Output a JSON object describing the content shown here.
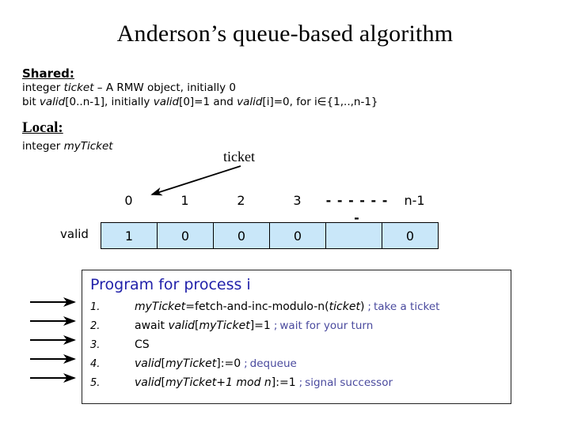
{
  "slide": {
    "title": "Anderson’s queue-based algorithm"
  },
  "shared": {
    "heading": "Shared:",
    "line1_pre": "integer ",
    "line1_var": "ticket",
    "line1_post": " – A RMW object, initially 0",
    "line2_pre": "bit ",
    "line2_var1": "valid",
    "line2_mid1": "[0..n-1], initially ",
    "line2_var2": "valid",
    "line2_mid2": "[0]=1 and ",
    "line2_var3": "valid",
    "line2_post": "[i]=0, for i∈{1,..,n-1}"
  },
  "local": {
    "heading": "Local:",
    "line1_pre": "integer ",
    "line1_var": "myTicket"
  },
  "diagram": {
    "ticket_label": "ticket",
    "valid_label": "valid",
    "indices": [
      "0",
      "1",
      "2",
      "3",
      "- - - - - - -",
      "n-1"
    ],
    "cells": [
      "1",
      "0",
      "0",
      "0",
      "",
      "0"
    ],
    "cell_fill": "#c9e7f9",
    "border_color": "#000000"
  },
  "program": {
    "heading": "Program for process i",
    "heading_color": "#2222aa",
    "comment_color": "#4a4a9e",
    "lines": [
      {
        "num": "1.",
        "code_pre": "",
        "code_it1": "myTicket",
        "code_mid": "=fetch-and-inc-modulo-n(",
        "code_it2": "ticket",
        "code_post": ")",
        "sep": ";",
        "comment": "take a ticket"
      },
      {
        "num": "2.",
        "code_pre": "await ",
        "code_it1": "valid",
        "code_mid": "[",
        "code_it2": "myTicket",
        "code_post": "]=1",
        "sep": ";",
        "comment": "wait for your turn"
      },
      {
        "num": "3.",
        "code_pre": "CS",
        "code_it1": "",
        "code_mid": "",
        "code_it2": "",
        "code_post": "",
        "sep": "",
        "comment": ""
      },
      {
        "num": "4.",
        "code_pre": "",
        "code_it1": "valid",
        "code_mid": "[",
        "code_it2": "myTicket",
        "code_post": "]:=0",
        "sep": ";",
        "comment": "dequeue"
      },
      {
        "num": "5.",
        "code_pre": "",
        "code_it1": "valid",
        "code_mid": "[",
        "code_it2": "myTicket+1 mod n",
        "code_post": "]:=1",
        "sep": ";",
        "comment": "signal successor"
      }
    ]
  }
}
